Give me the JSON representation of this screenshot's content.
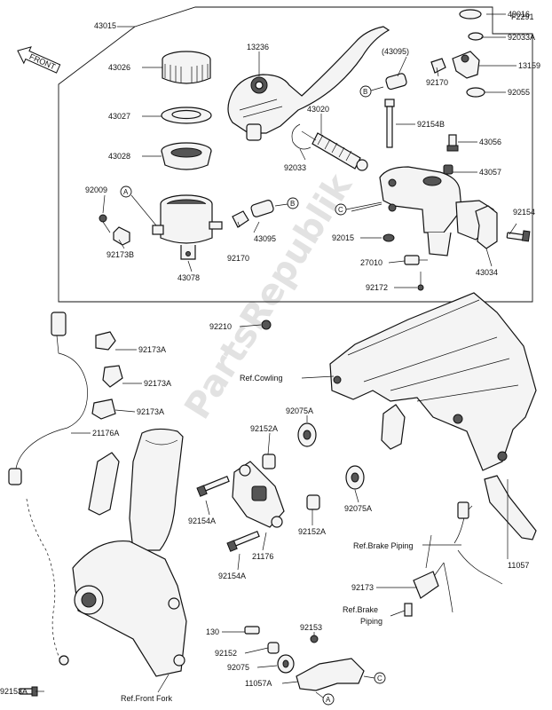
{
  "figure_id": "F2291",
  "watermark": "PartsRepublik",
  "front_arrow": "FRONT",
  "labels": {
    "p43015": "43015",
    "p49016": "49016",
    "p92033A": "92033A",
    "p43026": "43026",
    "p13236": "13236",
    "p43095a": "(43095)",
    "p13159": "13159",
    "p92170a": "92170",
    "p92055": "92055",
    "p43027": "43027",
    "p43020": "43020",
    "p92154B": "92154B",
    "p43028": "43028",
    "p92033": "92033",
    "p43056": "43056",
    "p43057": "43057",
    "p92009": "92009",
    "p92154": "92154",
    "p43095b": "43095",
    "p92015": "92015",
    "p92170b": "92170",
    "p27010": "27010",
    "p92173B": "92173B",
    "p43078": "43078",
    "p43034": "43034",
    "p92172": "92172",
    "p92210": "92210",
    "p92173A_1": "92173A",
    "p92173A_2": "92173A",
    "p92173A_3": "92173A",
    "ref_cowling": "Ref.Cowling",
    "p92075A_1": "92075A",
    "p92152A_1": "92152A",
    "p21176A": "21176A",
    "p92154A_1": "92154A",
    "p92152A_2": "92152A",
    "p92075A_2": "92075A",
    "p21176": "21176",
    "ref_brake_piping_1": "Ref.Brake Piping",
    "p11057": "11057",
    "p92154A_2": "92154A",
    "p92173": "92173",
    "ref_brake_piping_2a": "Ref.Brake",
    "ref_brake_piping_2b": "Piping",
    "p130": "130",
    "p92153": "92153",
    "p92152": "92152",
    "p92075": "92075",
    "p11057A": "11057A",
    "p92153A": "92153A",
    "ref_front_fork": "Ref.Front Fork"
  },
  "callouts": {
    "a1": "A",
    "b1": "B",
    "b2": "B",
    "c1": "C",
    "c2": "C",
    "a2": "A"
  }
}
